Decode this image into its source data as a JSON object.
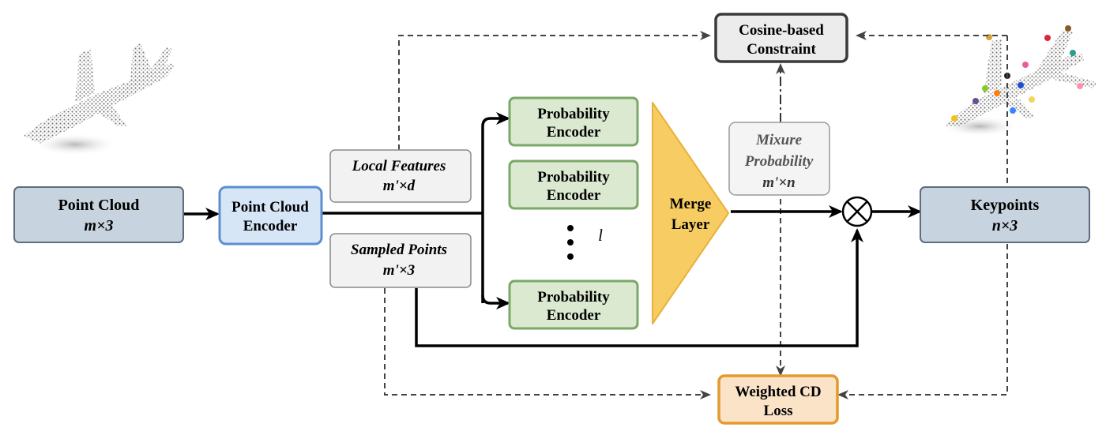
{
  "nodes": {
    "point_cloud": {
      "line1": "Point Cloud",
      "line2": "m×3"
    },
    "encoder": {
      "line1": "Point Cloud",
      "line2": "Encoder"
    },
    "local_features": {
      "line1": "Local Features",
      "line2": "m'×d"
    },
    "sampled_points": {
      "line1": "Sampled Points",
      "line2": "m'×3"
    },
    "prob_enc_1": {
      "line1": "Probability",
      "line2": "Encoder"
    },
    "prob_enc_2": {
      "line1": "Probability",
      "line2": "Encoder"
    },
    "prob_enc_3": {
      "line1": "Probability",
      "line2": "Encoder"
    },
    "ellipsis_label": "l",
    "merge_layer": {
      "line1": "Merge",
      "line2": "Layer"
    },
    "mixture_probability": {
      "line1": "Mixure",
      "line2": "Probability",
      "line3": "m'×n"
    },
    "cosine_constraint": {
      "line1": "Cosine-based",
      "line2": "Constraint"
    },
    "weighted_cd": {
      "line1": "Weighted CD",
      "line2": "Loss"
    },
    "keypoints": {
      "line1": "Keypoints",
      "line2": "n×3"
    }
  },
  "colors": {
    "input_fill": "#c7d3de",
    "input_stroke": "#5d6d7e",
    "encoder_fill": "#d6e6f7",
    "encoder_stroke": "#5b8fd0",
    "prob_fill": "#dbe9d0",
    "prob_stroke": "#7aa866",
    "merge_fill": "#f7cd63",
    "note_fill": "#f2f2f2",
    "note_stroke": "#8a8a8a",
    "cosine_fill": "#ececec",
    "cosine_stroke": "#3a3a3a",
    "loss_fill": "#fbe3c8",
    "loss_stroke": "#e39a2e"
  }
}
